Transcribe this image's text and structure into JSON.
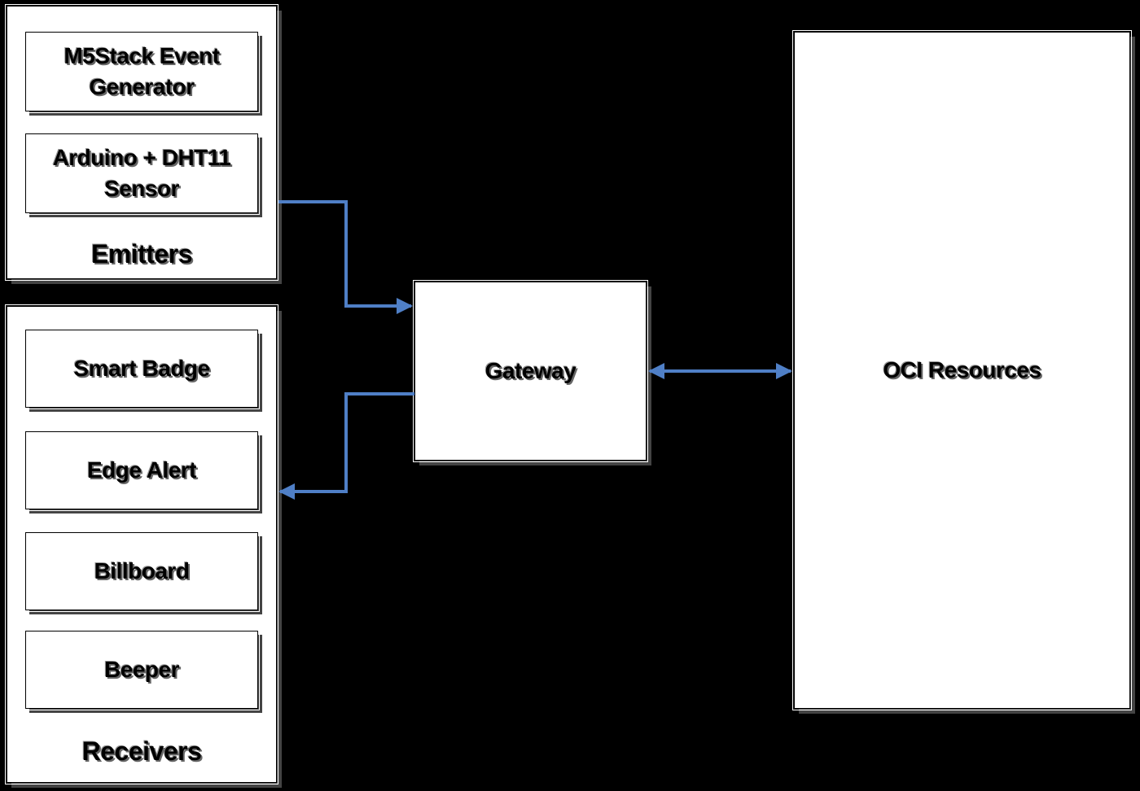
{
  "emitters": {
    "title": "Emitters",
    "items": [
      {
        "label": "M5Stack Event Generator"
      },
      {
        "label": "Arduino + DHT11 Sensor"
      }
    ]
  },
  "receivers": {
    "title": "Receivers",
    "items": [
      {
        "label": "Smart Badge"
      },
      {
        "label": "Edge Alert"
      },
      {
        "label": "Billboard"
      },
      {
        "label": "Beeper"
      }
    ]
  },
  "gateway": {
    "label": "Gateway"
  },
  "oci": {
    "label": "OCI Resources"
  },
  "colors": {
    "connector": "#4f7fc6",
    "background": "#000000",
    "box_fill": "#ffffff"
  }
}
